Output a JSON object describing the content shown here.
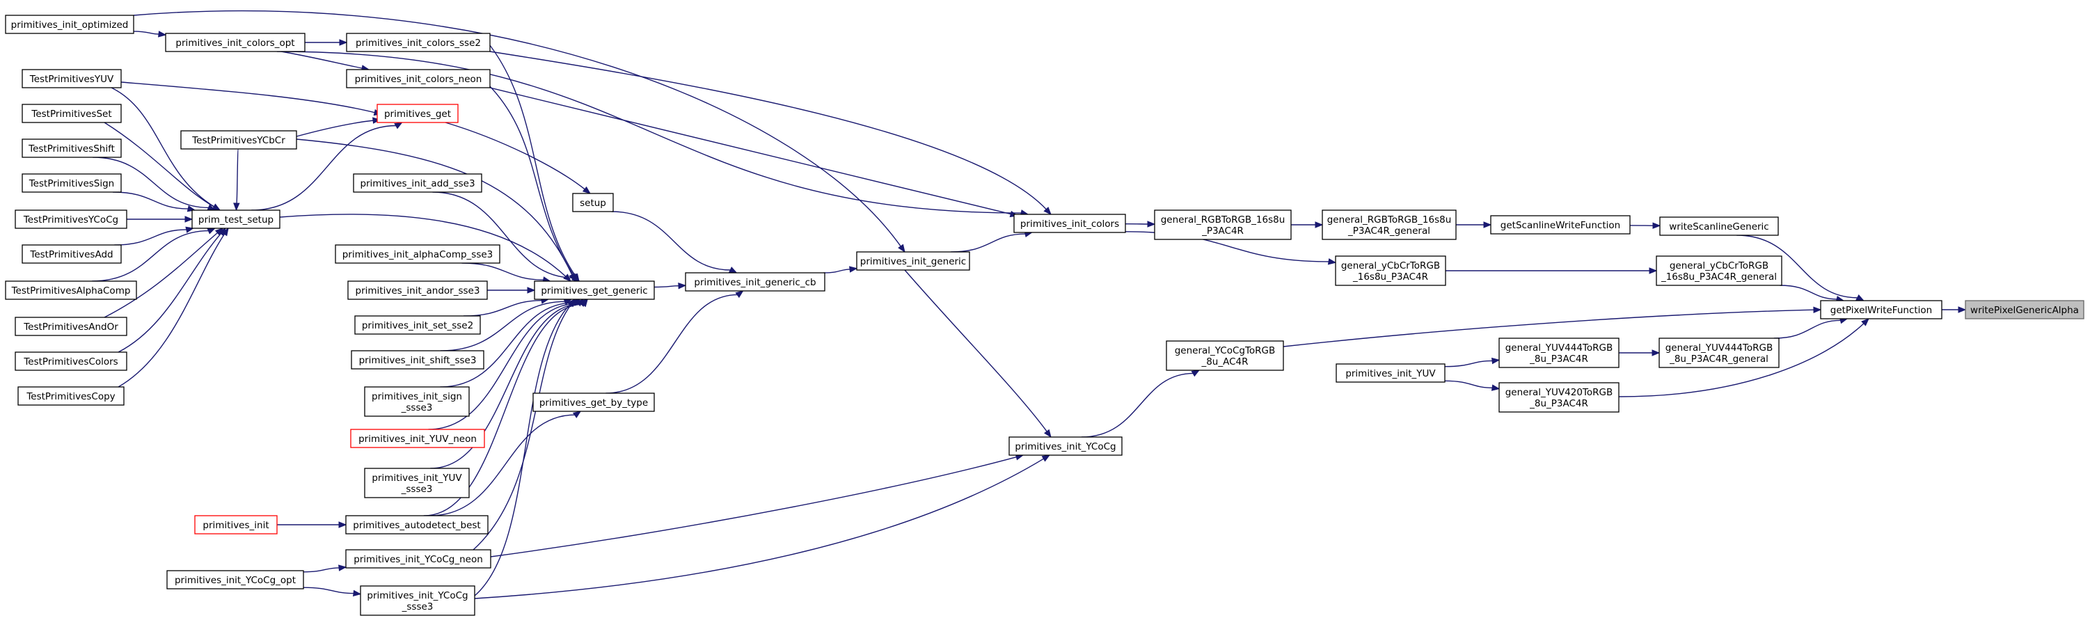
{
  "graph": {
    "accent_color": "#191970",
    "highlight_border_color": "#ff0000",
    "root_fill_color": "#bfbfbf",
    "nodes": {
      "n_writePixelGenericAlpha": "writePixelGenericAlpha",
      "n_getPixelWriteFunction": "getPixelWriteFunction",
      "n_writeScanlineGeneric": "writeScanlineGeneric",
      "n_getScanlineWriteFunction": "getScanlineWriteFunction",
      "n_general_RGBToRGB_16s8u_P3AC4R_general": [
        "general_RGBToRGB_16s8u",
        "_P3AC4R_general"
      ],
      "n_general_RGBToRGB_16s8u_P3AC4R": [
        "general_RGBToRGB_16s8u",
        "_P3AC4R"
      ],
      "n_primitives_init_colors": "primitives_init_colors",
      "n_primitives_init_generic": "primitives_init_generic",
      "n_primitives_init_generic_cb": "primitives_init_generic_cb",
      "n_primitives_get_generic": "primitives_get_generic",
      "n_primitives_get_by_type": "primitives_get_by_type",
      "n_primitives_autodetect_best": "primitives_autodetect_best",
      "n_primitives_init": "primitives_init",
      "n_setup": "setup",
      "n_primitives_get": "primitives_get",
      "n_prim_test_setup": "prim_test_setup",
      "n_TestPrimitivesYUV": "TestPrimitivesYUV",
      "n_TestPrimitivesSet": "TestPrimitivesSet",
      "n_TestPrimitivesShift": "TestPrimitivesShift",
      "n_TestPrimitivesSign": "TestPrimitivesSign",
      "n_TestPrimitivesYCoCg": "TestPrimitivesYCoCg",
      "n_TestPrimitivesAdd": "TestPrimitivesAdd",
      "n_TestPrimitivesAlphaComp": "TestPrimitivesAlphaComp",
      "n_TestPrimitivesAndOr": "TestPrimitivesAndOr",
      "n_TestPrimitivesColors": "TestPrimitivesColors",
      "n_TestPrimitivesCopy": "TestPrimitivesCopy",
      "n_TestPrimitivesYCbCr": "TestPrimitivesYCbCr",
      "n_primitives_init_optimized": "primitives_init_optimized",
      "n_primitives_init_colors_opt": "primitives_init_colors_opt",
      "n_primitives_init_colors_sse2": "primitives_init_colors_sse2",
      "n_primitives_init_colors_neon": "primitives_init_colors_neon",
      "n_primitives_init_add_sse3": "primitives_init_add_sse3",
      "n_primitives_init_alphaComp_sse3": "primitives_init_alphaComp_sse3",
      "n_primitives_init_andor_sse3": "primitives_init_andor_sse3",
      "n_primitives_init_set_sse2": "primitives_init_set_sse2",
      "n_primitives_init_shift_sse3": "primitives_init_shift_sse3",
      "n_primitives_init_sign_ssse3": [
        "primitives_init_sign",
        "_ssse3"
      ],
      "n_primitives_init_YUV_neon": "primitives_init_YUV_neon",
      "n_primitives_init_YUV_ssse3": [
        "primitives_init_YUV",
        "_ssse3"
      ],
      "n_primitives_init_YCoCg_neon": "primitives_init_YCoCg_neon",
      "n_primitives_init_YCoCg_opt": "primitives_init_YCoCg_opt",
      "n_primitives_init_YCoCg_ssse3": [
        "primitives_init_YCoCg",
        "_ssse3"
      ],
      "n_primitives_init_YCoCg": "primitives_init_YCoCg",
      "n_general_YCoCgToRGB_8u_AC4R": [
        "general_YCoCgToRGB",
        "_8u_AC4R"
      ],
      "n_general_yCbCrToRGB_16s8u_P3AC4R": [
        "general_yCbCrToRGB",
        "_16s8u_P3AC4R"
      ],
      "n_general_yCbCrToRGB_16s8u_P3AC4R_general": [
        "general_yCbCrToRGB",
        "_16s8u_P3AC4R_general"
      ],
      "n_general_YUV444ToRGB_8u_P3AC4R_general": [
        "general_YUV444ToRGB",
        "_8u_P3AC4R_general"
      ],
      "n_general_YUV444ToRGB_8u_P3AC4R": [
        "general_YUV444ToRGB",
        "_8u_P3AC4R"
      ],
      "n_general_YUV420ToRGB_8u_P3AC4R": [
        "general_YUV420ToRGB",
        "_8u_P3AC4R"
      ],
      "n_primitives_init_YUV": "primitives_init_YUV"
    },
    "edges": [
      [
        "n_getPixelWriteFunction",
        "n_writePixelGenericAlpha"
      ],
      [
        "n_writeScanlineGeneric",
        "n_getPixelWriteFunction"
      ],
      [
        "n_general_yCbCrToRGB_16s8u_P3AC4R_general",
        "n_getPixelWriteFunction"
      ],
      [
        "n_general_YCoCgToRGB_8u_AC4R",
        "n_getPixelWriteFunction"
      ],
      [
        "n_general_YUV444ToRGB_8u_P3AC4R_general",
        "n_getPixelWriteFunction"
      ],
      [
        "n_general_YUV420ToRGB_8u_P3AC4R",
        "n_getPixelWriteFunction"
      ],
      [
        "n_getScanlineWriteFunction",
        "n_writeScanlineGeneric"
      ],
      [
        "n_general_RGBToRGB_16s8u_P3AC4R_general",
        "n_getScanlineWriteFunction"
      ],
      [
        "n_general_RGBToRGB_16s8u_P3AC4R",
        "n_general_RGBToRGB_16s8u_P3AC4R_general"
      ],
      [
        "n_primitives_init_colors",
        "n_general_RGBToRGB_16s8u_P3AC4R"
      ],
      [
        "n_primitives_init_colors",
        "n_general_yCbCrToRGB_16s8u_P3AC4R"
      ],
      [
        "n_general_yCbCrToRGB_16s8u_P3AC4R",
        "n_general_yCbCrToRGB_16s8u_P3AC4R_general"
      ],
      [
        "n_general_YUV444ToRGB_8u_P3AC4R",
        "n_general_YUV444ToRGB_8u_P3AC4R_general"
      ],
      [
        "n_primitives_init_YUV",
        "n_general_YUV444ToRGB_8u_P3AC4R"
      ],
      [
        "n_primitives_init_YUV",
        "n_general_YUV420ToRGB_8u_P3AC4R"
      ],
      [
        "n_primitives_init_YCoCg",
        "n_general_YCoCgToRGB_8u_AC4R"
      ],
      [
        "n_primitives_init_generic",
        "n_primitives_init_colors"
      ],
      [
        "n_primitives_init_colors_sse2",
        "n_primitives_init_colors"
      ],
      [
        "n_primitives_init_colors_neon",
        "n_primitives_init_colors"
      ],
      [
        "n_primitives_init_colors_opt",
        "n_primitives_init_colors"
      ],
      [
        "n_primitives_init_generic",
        "n_primitives_init_YCoCg"
      ],
      [
        "n_primitives_init_YCoCg_neon",
        "n_primitives_init_YCoCg"
      ],
      [
        "n_primitives_init_YCoCg_ssse3",
        "n_primitives_init_YCoCg"
      ],
      [
        "n_primitives_init_generic_cb",
        "n_primitives_init_generic"
      ],
      [
        "n_primitives_init_optimized",
        "n_primitives_init_generic"
      ],
      [
        "n_primitives_get_generic",
        "n_primitives_init_generic_cb"
      ],
      [
        "n_setup",
        "n_primitives_init_generic_cb"
      ],
      [
        "n_primitives_get_by_type",
        "n_primitives_init_generic_cb"
      ],
      [
        "n_primitives_autodetect_best",
        "n_primitives_get_by_type"
      ],
      [
        "n_primitives_init",
        "n_primitives_autodetect_best"
      ],
      [
        "n_primitives_get",
        "n_setup"
      ],
      [
        "n_prim_test_setup",
        "n_primitives_get"
      ],
      [
        "n_TestPrimitivesYUV",
        "n_primitives_get"
      ],
      [
        "n_TestPrimitivesYCbCr",
        "n_primitives_get"
      ],
      [
        "n_TestPrimitivesYUV",
        "n_prim_test_setup"
      ],
      [
        "n_TestPrimitivesSet",
        "n_prim_test_setup"
      ],
      [
        "n_TestPrimitivesShift",
        "n_prim_test_setup"
      ],
      [
        "n_TestPrimitivesSign",
        "n_prim_test_setup"
      ],
      [
        "n_TestPrimitivesYCoCg",
        "n_prim_test_setup"
      ],
      [
        "n_TestPrimitivesAdd",
        "n_prim_test_setup"
      ],
      [
        "n_TestPrimitivesAlphaComp",
        "n_prim_test_setup"
      ],
      [
        "n_TestPrimitivesAndOr",
        "n_prim_test_setup"
      ],
      [
        "n_TestPrimitivesColors",
        "n_prim_test_setup"
      ],
      [
        "n_TestPrimitivesCopy",
        "n_prim_test_setup"
      ],
      [
        "n_TestPrimitivesYCbCr",
        "n_prim_test_setup"
      ],
      [
        "n_primitives_init_optimized",
        "n_primitives_init_colors_opt"
      ],
      [
        "n_primitives_init_colors_opt",
        "n_primitives_init_colors_sse2"
      ],
      [
        "n_primitives_init_colors_opt",
        "n_primitives_init_colors_neon"
      ],
      [
        "n_primitives_init_YCoCg_opt",
        "n_primitives_init_YCoCg_neon"
      ],
      [
        "n_primitives_init_YCoCg_opt",
        "n_primitives_init_YCoCg_ssse3"
      ],
      [
        "n_prim_test_setup",
        "n_primitives_get_generic"
      ],
      [
        "n_primitives_init_colors_sse2",
        "n_primitives_get_generic"
      ],
      [
        "n_primitives_init_colors_neon",
        "n_primitives_get_generic"
      ],
      [
        "n_primitives_init_add_sse3",
        "n_primitives_get_generic"
      ],
      [
        "n_primitives_init_alphaComp_sse3",
        "n_primitives_get_generic"
      ],
      [
        "n_primitives_init_andor_sse3",
        "n_primitives_get_generic"
      ],
      [
        "n_primitives_init_set_sse2",
        "n_primitives_get_generic"
      ],
      [
        "n_primitives_init_shift_sse3",
        "n_primitives_get_generic"
      ],
      [
        "n_primitives_init_sign_ssse3",
        "n_primitives_get_generic"
      ],
      [
        "n_primitives_init_YUV_neon",
        "n_primitives_get_generic"
      ],
      [
        "n_primitives_init_YUV_ssse3",
        "n_primitives_get_generic"
      ],
      [
        "n_primitives_autodetect_best",
        "n_primitives_get_generic"
      ],
      [
        "n_primitives_init_YCoCg_neon",
        "n_primitives_get_generic"
      ],
      [
        "n_primitives_init_YCoCg_ssse3",
        "n_primitives_get_generic"
      ],
      [
        "n_TestPrimitivesYCbCr",
        "n_primitives_get_generic"
      ]
    ]
  }
}
